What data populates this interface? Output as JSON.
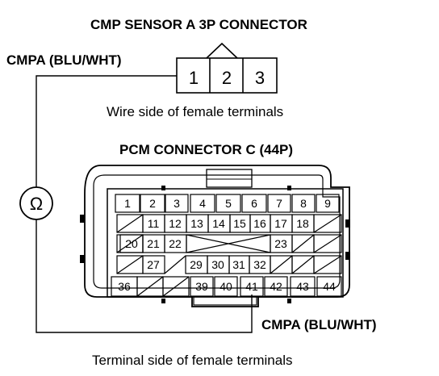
{
  "cmp_connector": {
    "title": "CMP SENSOR A 3P CONNECTOR",
    "wire_label": "CMPA (BLU/WHT)",
    "pins": [
      "1",
      "2",
      "3"
    ],
    "caption": "Wire side of female terminals"
  },
  "pcm_connector": {
    "title": "PCM CONNECTOR C (44P)",
    "wire_label": "CMPA (BLU/WHT)",
    "caption": "Terminal side of female terminals",
    "pins": [
      "1",
      "2",
      "3",
      "4",
      "5",
      "6",
      "7",
      "8",
      "9",
      "11",
      "12",
      "13",
      "14",
      "15",
      "16",
      "17",
      "18",
      "20",
      "21",
      "22",
      "23",
      "27",
      "29",
      "30",
      "31",
      "32",
      "36",
      "39",
      "40",
      "41",
      "42",
      "43",
      "44"
    ]
  },
  "meter": {
    "symbol": "Ω"
  }
}
